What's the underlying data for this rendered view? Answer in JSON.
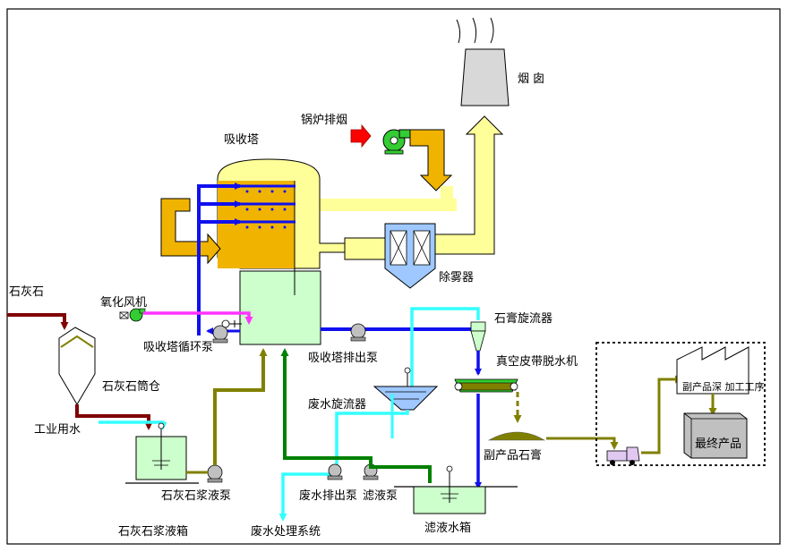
{
  "labels": {
    "chimney": "烟 囱",
    "boiler_flue_gas": "锅炉排烟",
    "absorber": "吸收塔",
    "demister": "除雾器",
    "limestone": "石灰石",
    "oxidation_fan": "氧化风机",
    "absorber_recirc_pump": "吸收塔循环泵",
    "absorber_discharge_pump": "吸收塔排出泵",
    "gypsum_hydrocyclone": "石膏旋流器",
    "vacuum_belt_dewater": "真空皮带脱水机",
    "byproduct_deep_processing": "副产品深 加工工序",
    "final_product": "最终产品",
    "limestone_silo": "石灰石筒仓",
    "industrial_water": "工业用水",
    "wastewater_hydrocyclone": "废水旋流器",
    "byproduct_gypsum": "副产品石膏",
    "limestone_slurry_pump": "石灰石浆液泵",
    "wastewater_discharge_pump": "废水排出泵",
    "filtrate_pump": "滤液泵",
    "limestone_slurry_tank": "石灰石浆液箱",
    "wastewater_treatment": "废水处理系统",
    "filtrate_tank": "滤液水箱"
  },
  "colors": {
    "flue_gas": "#f0b400",
    "clean_gas": "#ffff99",
    "slurry_recirc": "#1010ee",
    "oxidation_air": "#ff33ff",
    "limestone_feed": "#800000",
    "water": "#33ffff",
    "slurry_feed": "#808000",
    "filtrate": "#008000",
    "tank_fill": "#ccffcc",
    "cyclone_fill": "#9ec8ff",
    "fan_fill": "#33cc33",
    "inlet_arrow": "#ff0000"
  }
}
